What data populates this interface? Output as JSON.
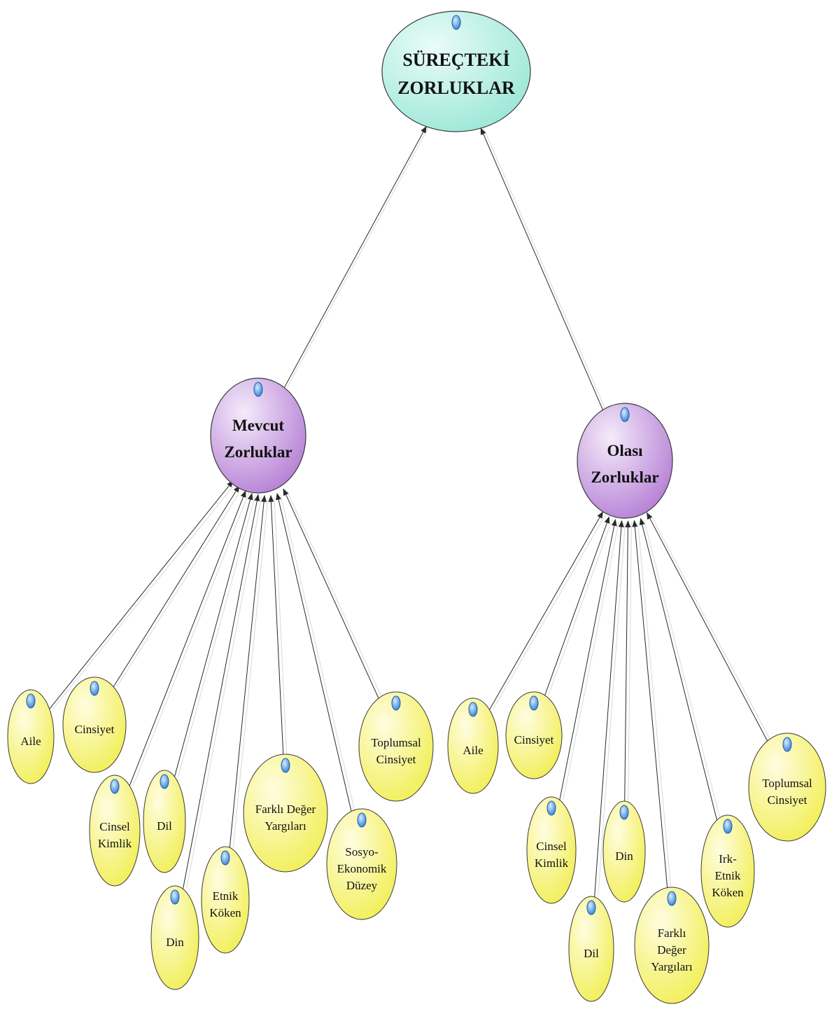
{
  "root": {
    "lines": [
      "SÜREÇTEKİ",
      "ZORLUKLAR"
    ]
  },
  "groups": [
    {
      "lines": [
        "Mevcut",
        "Zorluklar"
      ],
      "children": [
        {
          "lines": [
            "Aile"
          ]
        },
        {
          "lines": [
            "Cinsiyet"
          ]
        },
        {
          "lines": [
            "Cinsel",
            "Kimlik"
          ]
        },
        {
          "lines": [
            "Dil"
          ]
        },
        {
          "lines": [
            "Din"
          ]
        },
        {
          "lines": [
            "Etnik",
            "Köken"
          ]
        },
        {
          "lines": [
            "Farklı Değer",
            "Yargıları"
          ]
        },
        {
          "lines": [
            "Sosyo-",
            "Ekonomik",
            "Düzey"
          ]
        },
        {
          "lines": [
            "Toplumsal",
            "Cinsiyet"
          ]
        }
      ]
    },
    {
      "lines": [
        "Olası",
        "Zorluklar"
      ],
      "children": [
        {
          "lines": [
            "Aile"
          ]
        },
        {
          "lines": [
            "Cinsiyet"
          ]
        },
        {
          "lines": [
            "Cinsel",
            "Kimlik"
          ]
        },
        {
          "lines": [
            "Dil"
          ]
        },
        {
          "lines": [
            "Din"
          ]
        },
        {
          "lines": [
            "Farklı",
            "Değer",
            "Yargıları"
          ]
        },
        {
          "lines": [
            "Irk-",
            "Etnik",
            "Köken"
          ]
        },
        {
          "lines": [
            "Toplumsal",
            "Cinsiyet"
          ]
        }
      ]
    }
  ],
  "colors": {
    "root_fill": "#9de8d8",
    "root_light": "#eafcf8",
    "group_fill": "#b782d6",
    "group_light": "#f4ebfa",
    "leaf_fill": "#f2ef5a",
    "leaf_light": "#fffde0",
    "node_stroke": "#3a3a3a",
    "icon_blue": "#2e7fd8",
    "icon_light": "#d8ecff",
    "edge": "#2a2a2a"
  }
}
